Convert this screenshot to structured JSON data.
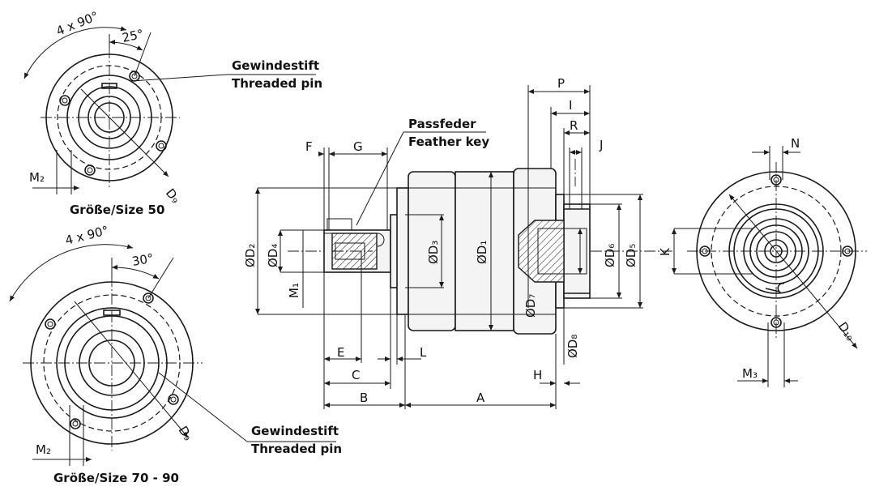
{
  "dimensions": {
    "A": "A",
    "B": "B",
    "C": "C",
    "E": "E",
    "F": "F",
    "G": "G",
    "H": "H",
    "I": "I",
    "J": "J",
    "K": "K",
    "L": "L",
    "N": "N",
    "P": "P",
    "R": "R",
    "D1": "ØD₁",
    "D2": "ØD₂",
    "D3": "ØD₃",
    "D4": "ØD₄",
    "D5": "ØD₅",
    "D6": "ØD₆",
    "D7": "ØD₇",
    "D8": "ØD₈",
    "D9": "D₉",
    "D10": "D₁₀",
    "M1": "M₁",
    "M2": "M₂",
    "M3": "M₃"
  },
  "top_view": {
    "pattern": "4 x 90°",
    "angle": "25°",
    "callout_de": "Gewindestift",
    "callout_en": "Threaded pin",
    "caption": "Größe/Size 50"
  },
  "bottom_view": {
    "pattern": "4 x 90°",
    "angle": "30°",
    "callout_de": "Gewindestift",
    "callout_en": "Threaded pin",
    "caption": "Größe/Size 70 - 90"
  },
  "side_view": {
    "callout_de": "Passfeder",
    "callout_en": "Feather key"
  }
}
